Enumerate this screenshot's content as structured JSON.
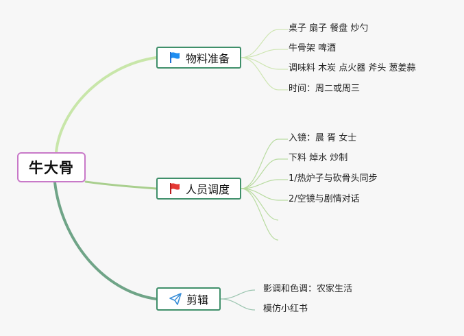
{
  "root": {
    "label": "牛大骨"
  },
  "branches": [
    {
      "label": "物料准备",
      "icon": "blue-flag-icon",
      "color": "#bfe3a4",
      "items": [
        "桌子 扇子 餐盘 炒勺",
        "牛骨架 啤酒",
        "调味料 木炭 点火器 斧头 葱姜蒜",
        "时间：周二或周三"
      ]
    },
    {
      "label": "人员调度",
      "icon": "red-flag-icon",
      "color": "#a9cf8e",
      "items": [
        "入镜：晨 胥 女士",
        "下料 焯水 炒制",
        "1/热炉子与砍骨头同步",
        "2/空镜与剧情对话",
        "",
        ""
      ]
    },
    {
      "label": "剪辑",
      "icon": "paper-plane-icon",
      "color": "#6fa487",
      "items": [
        "影调和色调：农家生活",
        "模仿小红书"
      ]
    }
  ],
  "colors": {
    "root_border": "#c879c8",
    "node_border": "#3f8f6a",
    "leaf_line_1": "#cfe6b4",
    "leaf_line_2": "#b8dba0",
    "leaf_line_3": "#9cc5b0"
  }
}
